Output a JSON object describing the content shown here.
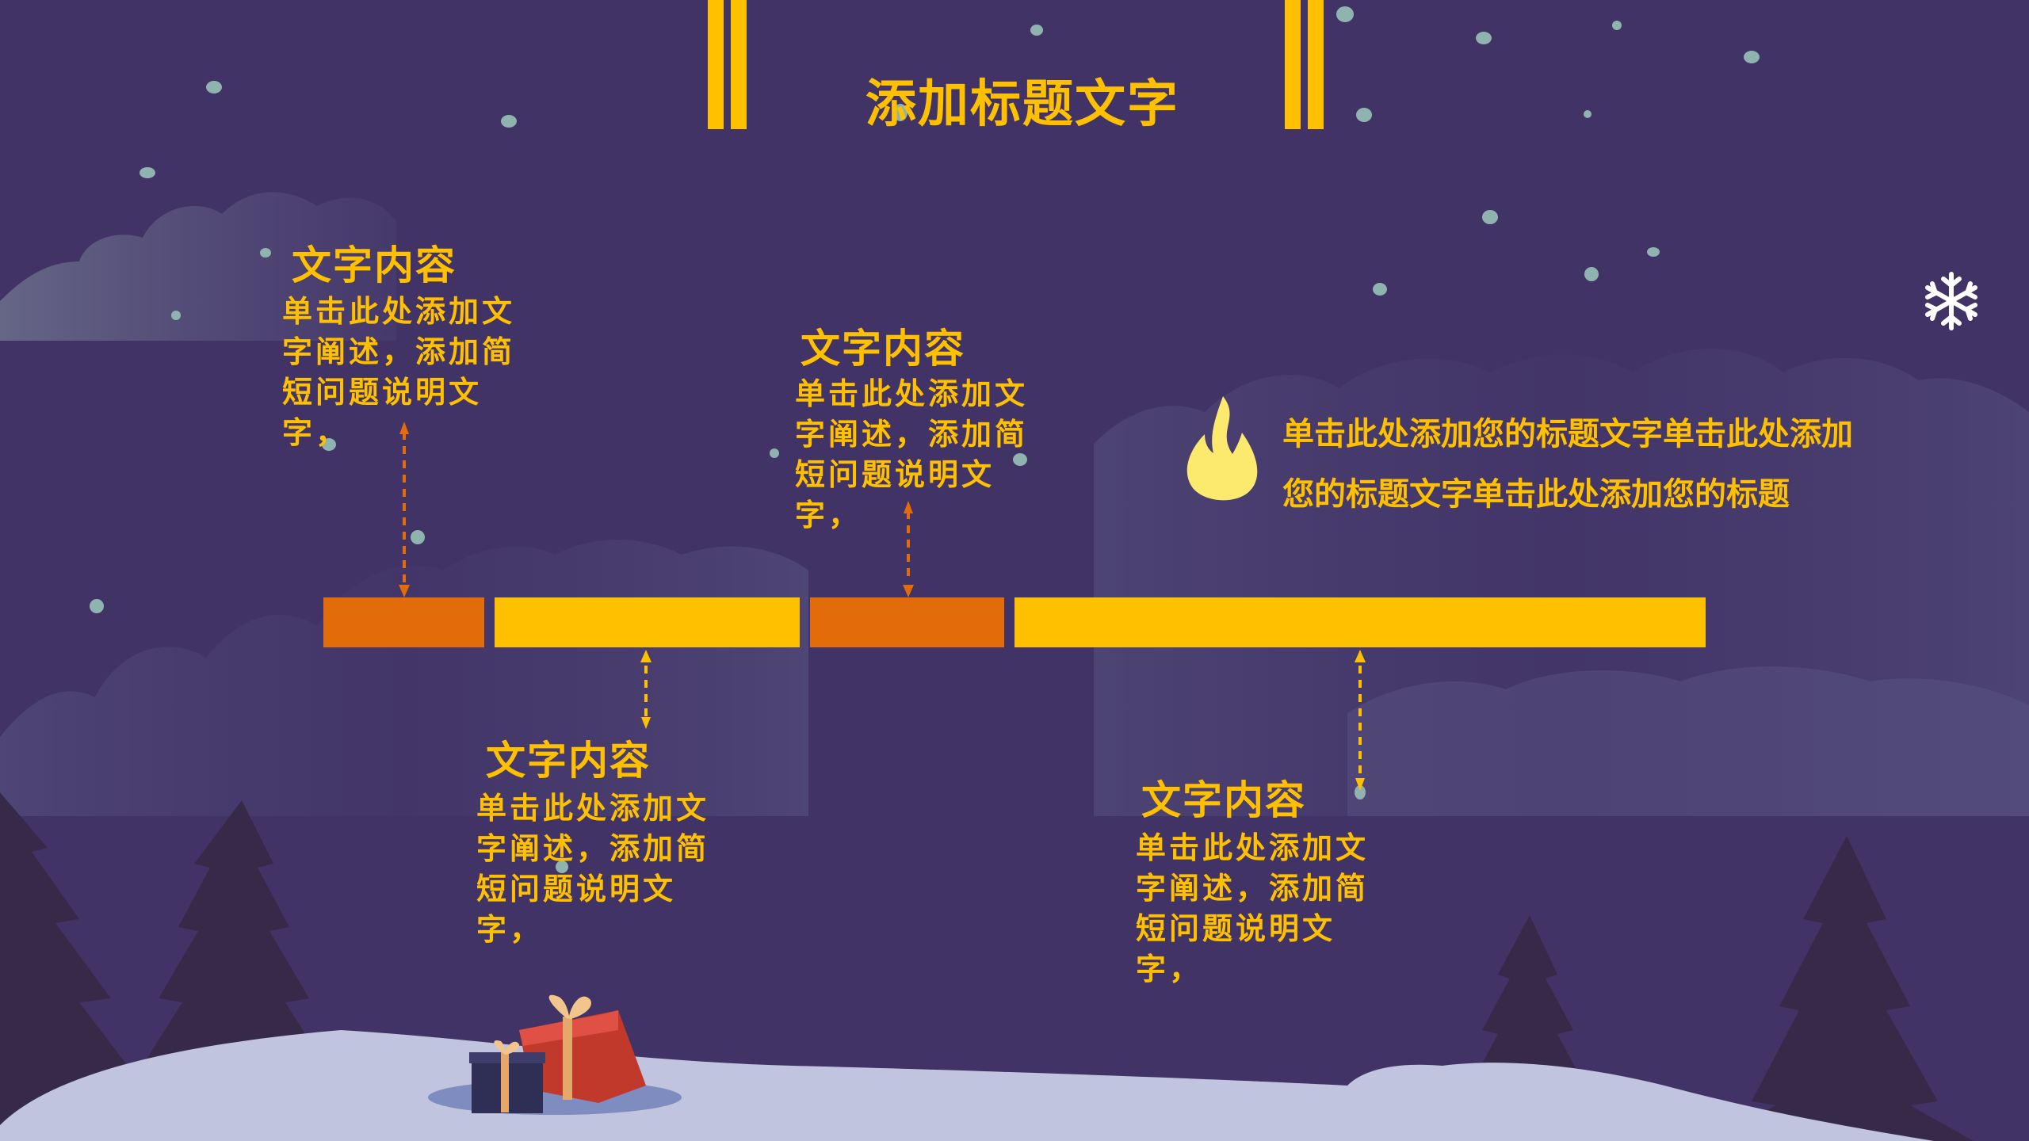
{
  "slide": {
    "title": "添加标题文字",
    "colors": {
      "background": "#413366",
      "accent_yellow": "#FFC000",
      "accent_orange": "#E26C0A",
      "snow_ground": "#C0C4DE",
      "tree": "#372A48",
      "flame": "#FCEA6E"
    }
  },
  "timeline": {
    "segments": [
      {
        "color": "orange"
      },
      {
        "color": "yellow"
      },
      {
        "color": "orange"
      },
      {
        "color": "yellow"
      }
    ]
  },
  "cards": [
    {
      "title": "文字内容",
      "body": "单击此处添加文字阐述，添加简短问题说明文字，"
    },
    {
      "title": "文字内容",
      "body": "单击此处添加文字阐述，添加简短问题说明文字，"
    },
    {
      "title": "文字内容",
      "body": "单击此处添加文字阐述，添加简短问题说明文字，"
    },
    {
      "title": "文字内容",
      "body": "单击此处添加文字阐述，添加简短问题说明文字，"
    }
  ],
  "note": {
    "icon": "flame-icon",
    "text": "单击此处添加您的标题文字单击此处添加您的标题文字单击此处添加您的标题"
  },
  "decorations": {
    "snowflake_icon": "❄",
    "gifts": 2,
    "trees": 4
  }
}
